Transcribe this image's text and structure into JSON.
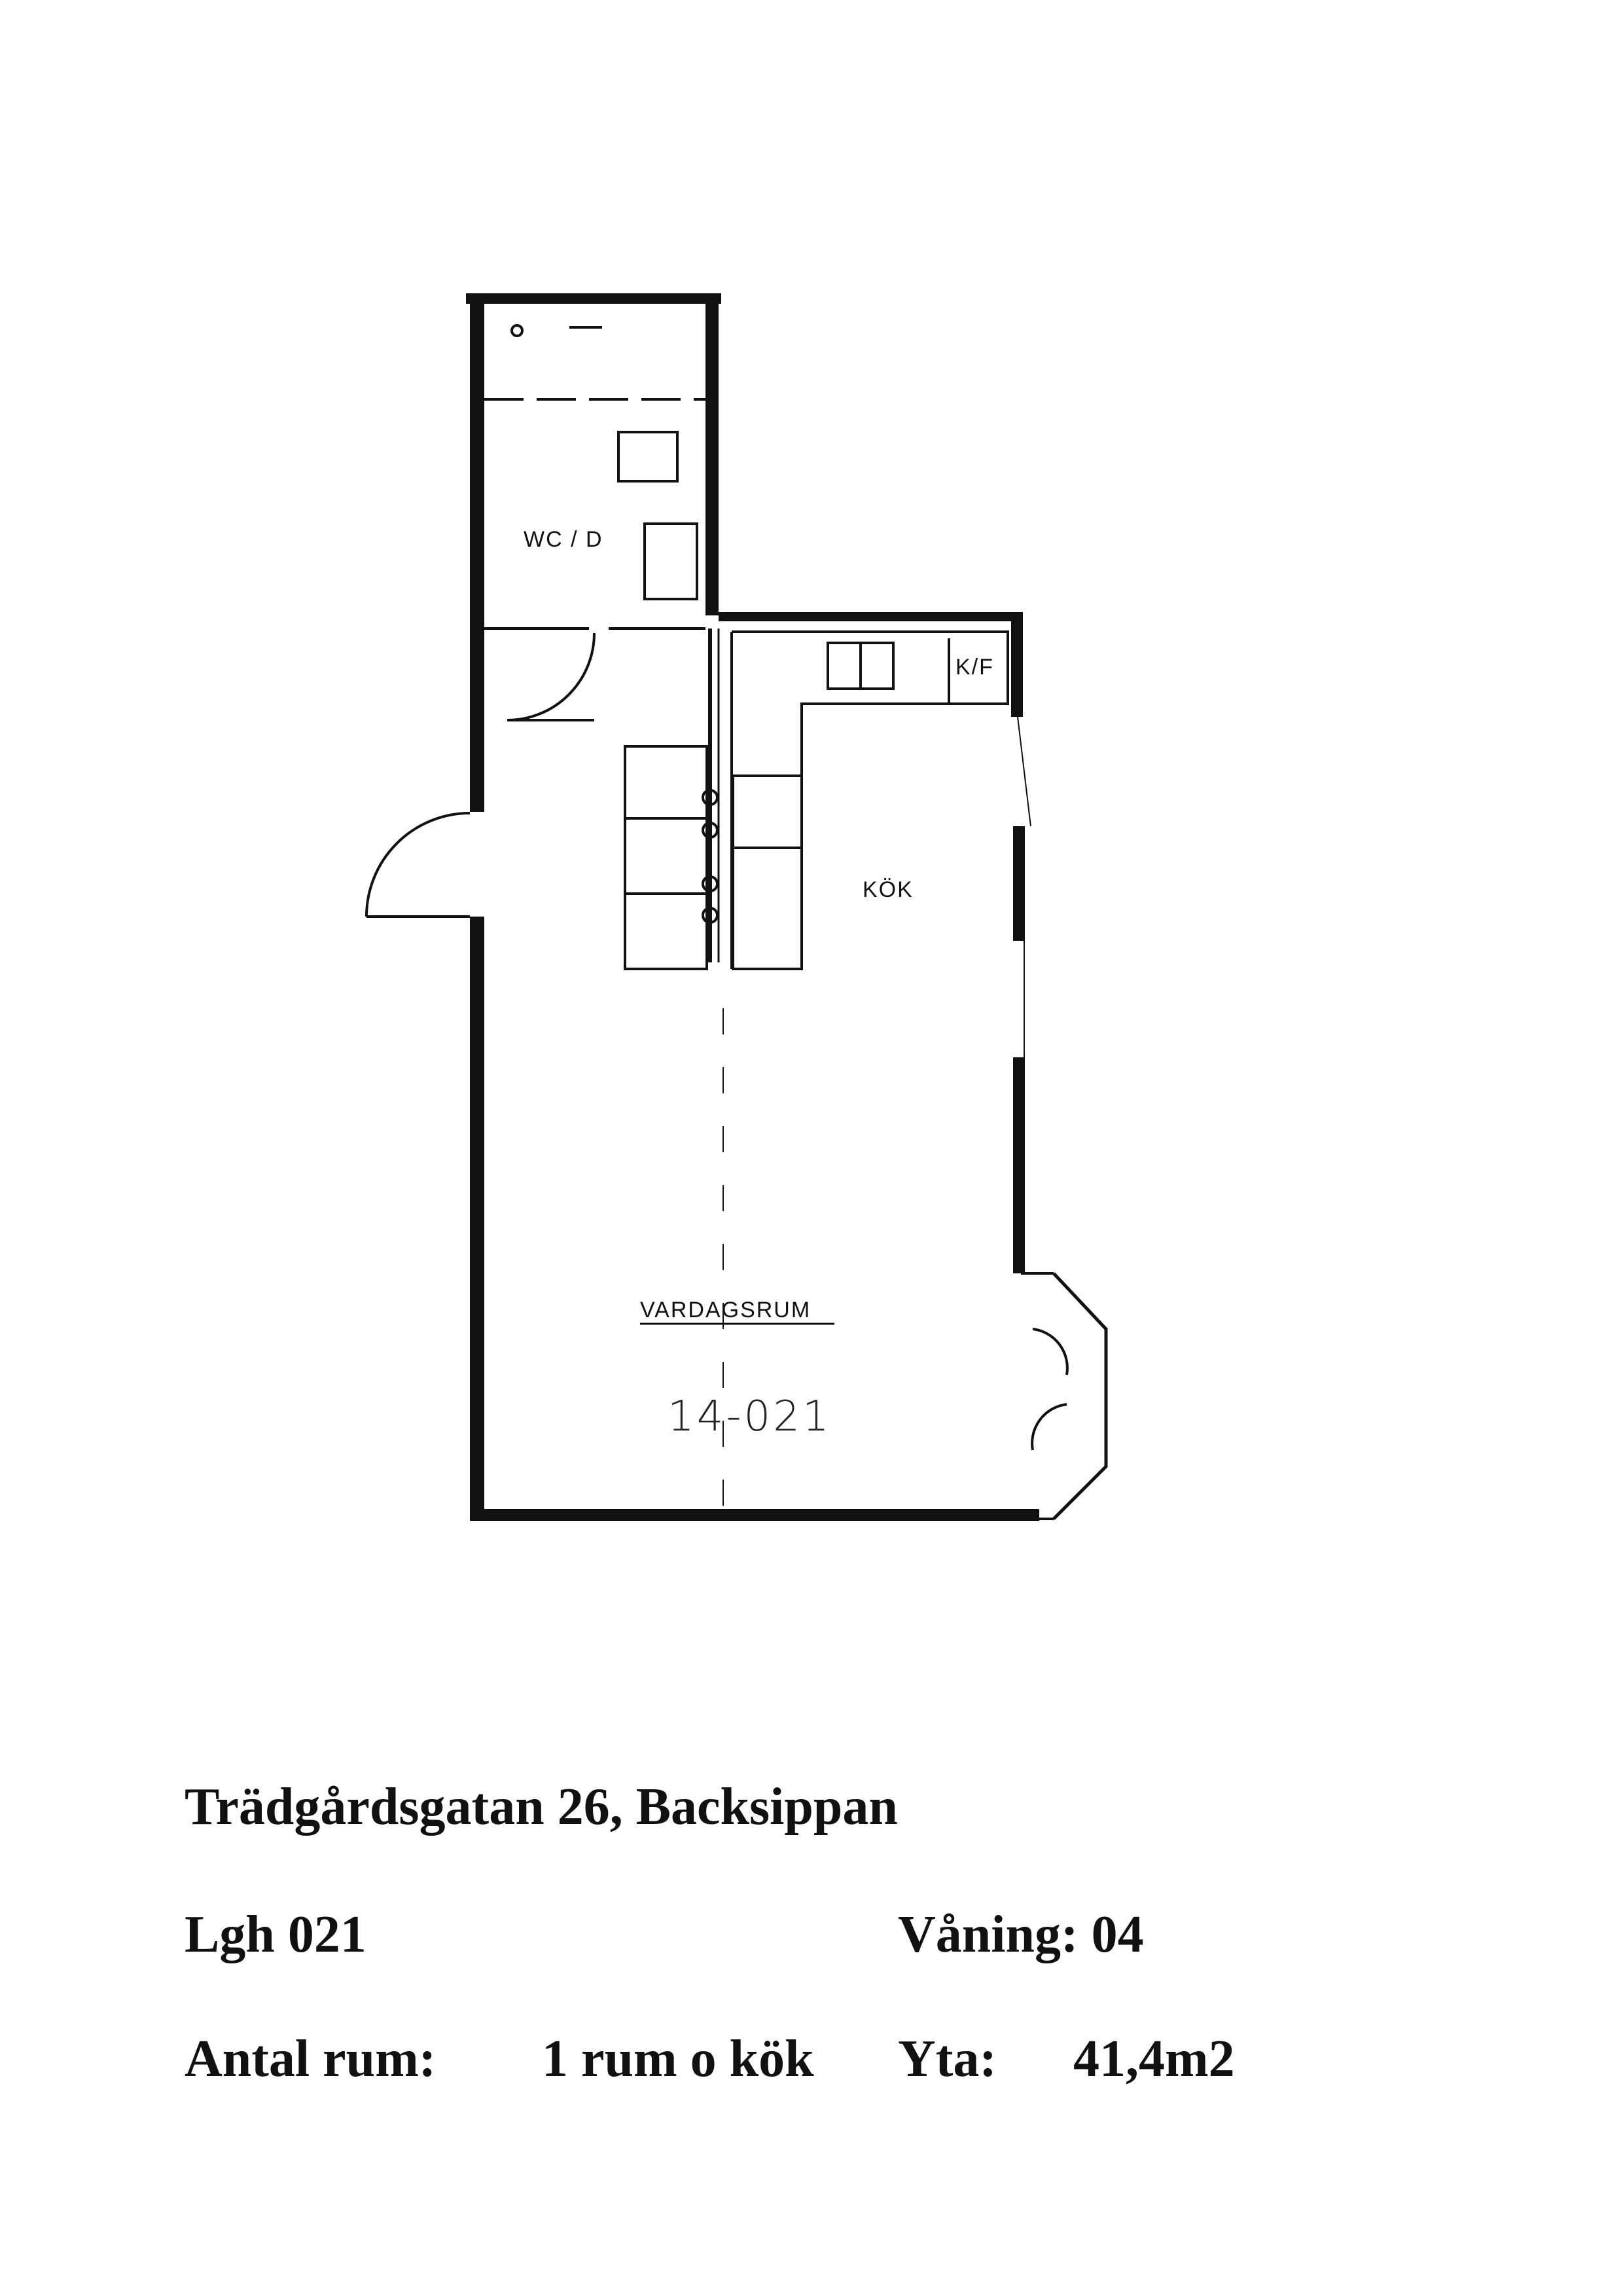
{
  "plan": {
    "rooms": {
      "wc": "WC / D",
      "kok": "KÖK",
      "kf": "K/F",
      "vardagsrum": "VARDAGSRUM"
    },
    "unit_code": "14-021"
  },
  "info": {
    "address": "Trädgårdsgatan 26, Backsippan",
    "apartment": "Lgh 021",
    "floor_label": "Våning: 04",
    "rooms_label": "Antal rum:",
    "rooms_value": "1 rum o kök",
    "area_label": "Yta:",
    "area_value": "41,4m2"
  }
}
